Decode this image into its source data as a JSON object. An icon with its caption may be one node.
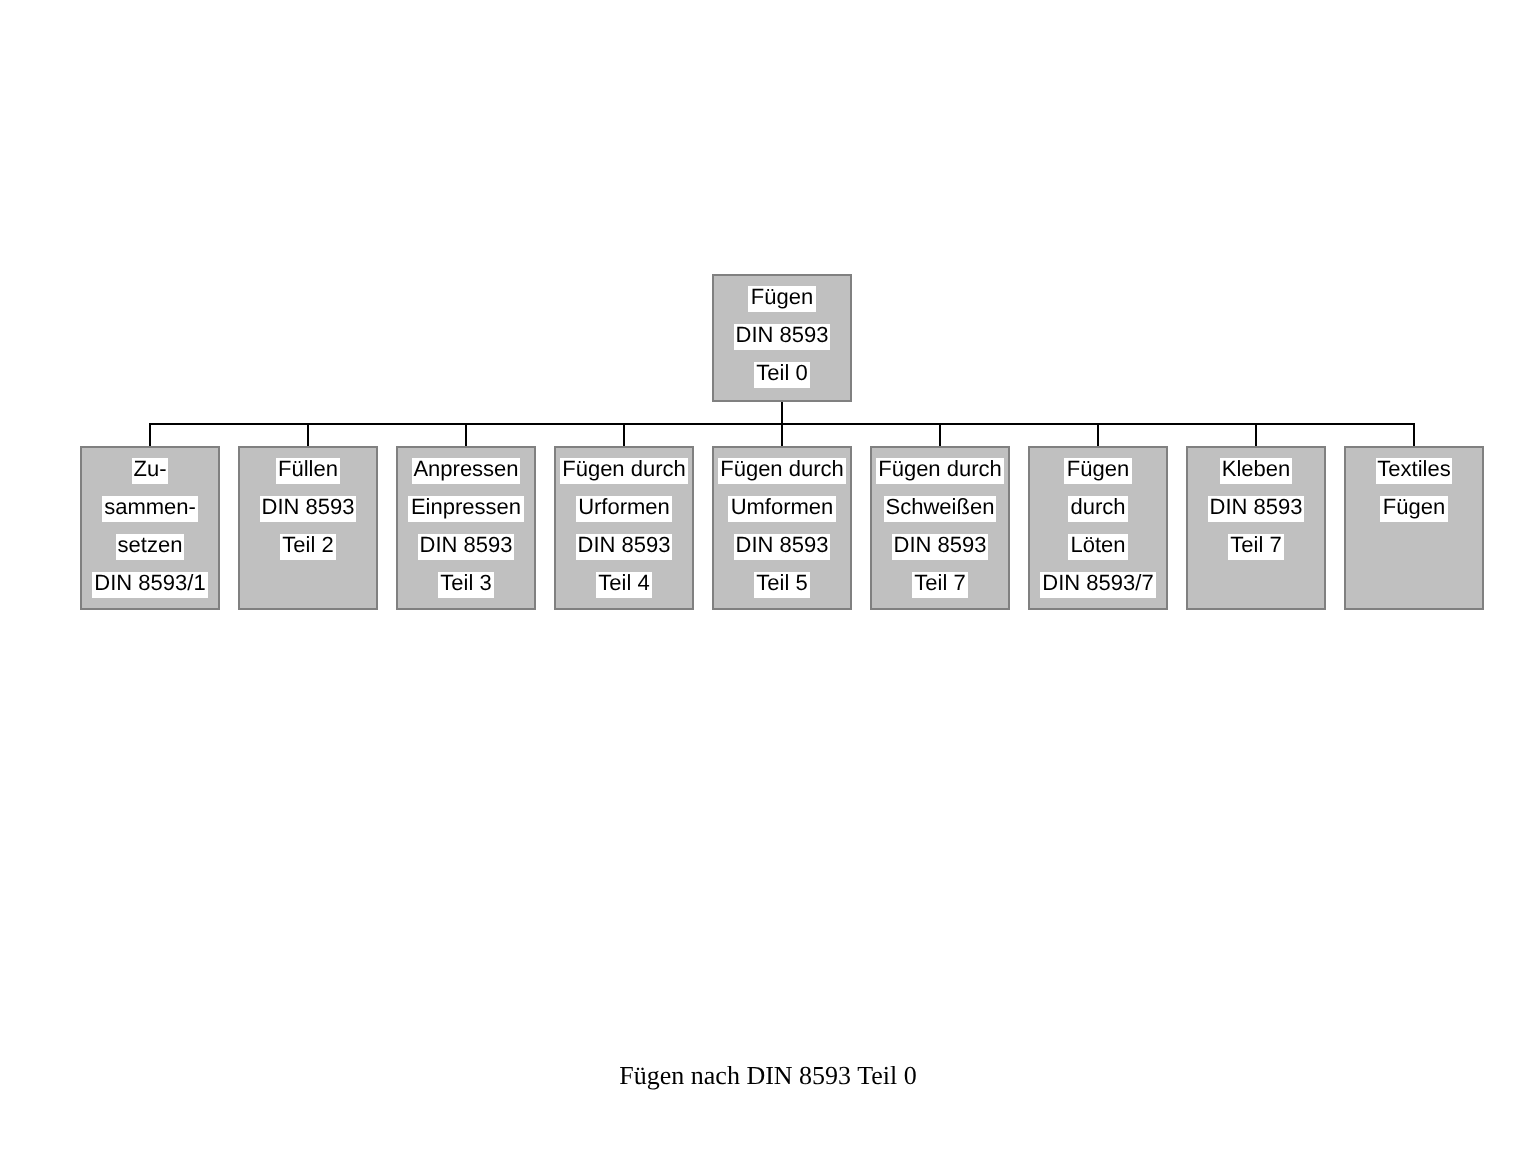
{
  "diagram": {
    "caption": "Fügen nach DIN 8593 Teil 0",
    "nodes": [
      {
        "text": [
          "Fügen",
          "DIN 8593",
          "Teil 0"
        ]
      },
      {
        "text": [
          "Zu-",
          "sammen-",
          "setzen",
          "DIN 8593/1"
        ]
      },
      {
        "text": [
          "Füllen",
          "DIN 8593",
          "Teil 2"
        ]
      },
      {
        "text": [
          "Anpressen",
          "Einpressen",
          "DIN 8593",
          "Teil 3"
        ]
      },
      {
        "text": [
          "Fügen durch",
          "Urformen",
          "DIN 8593",
          "Teil 4"
        ]
      },
      {
        "text": [
          "Fügen durch",
          "Umformen",
          "DIN 8593",
          "Teil 5"
        ]
      },
      {
        "text": [
          "Fügen durch",
          "Schweißen",
          "DIN 8593",
          "Teil 7"
        ]
      },
      {
        "text": [
          "Fügen",
          "durch",
          "Löten",
          "DIN 8593/7"
        ]
      },
      {
        "text": [
          "Kleben",
          "DIN 8593",
          "Teil 7"
        ]
      },
      {
        "text": [
          "Textiles",
          "Fügen"
        ]
      }
    ],
    "edges": [
      {
        "from": 0,
        "to": 1,
        "arrow": "none"
      },
      {
        "from": 0,
        "to": 2,
        "arrow": "none"
      },
      {
        "from": 0,
        "to": 3,
        "arrow": "none"
      },
      {
        "from": 0,
        "to": 4,
        "arrow": "none"
      },
      {
        "from": 0,
        "to": 5,
        "arrow": "none"
      },
      {
        "from": 0,
        "to": 6,
        "arrow": "none"
      },
      {
        "from": 0,
        "to": 7,
        "arrow": "none"
      },
      {
        "from": 0,
        "to": 8,
        "arrow": "none"
      },
      {
        "from": 0,
        "to": 9,
        "arrow": "none"
      }
    ]
  }
}
